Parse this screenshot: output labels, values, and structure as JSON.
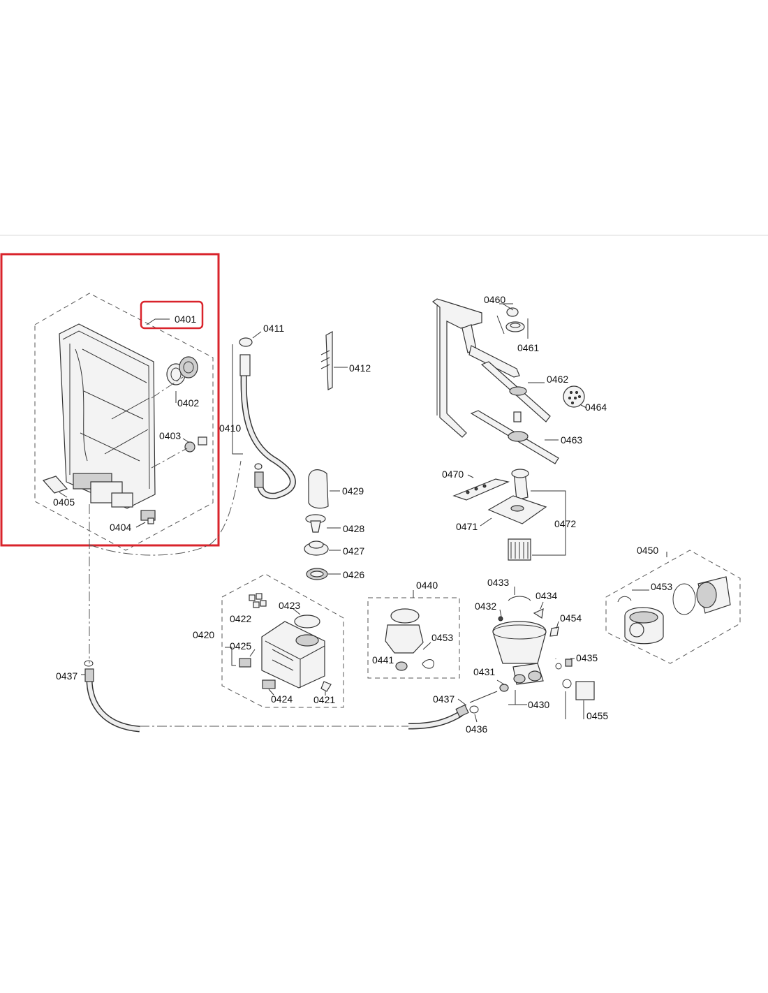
{
  "diagram": {
    "highlight_color": "#d9232b",
    "highlighted_part": "0401",
    "labels": {
      "p0401": "0401",
      "p0402": "0402",
      "p0403": "0403",
      "p0404": "0404",
      "p0405": "0405",
      "p0410": "0410",
      "p0411": "0411",
      "p0412": "0412",
      "p0420": "0420",
      "p0421": "0421",
      "p0422": "0422",
      "p0423": "0423",
      "p0424": "0424",
      "p0425": "0425",
      "p0426": "0426",
      "p0427": "0427",
      "p0428": "0428",
      "p0429": "0429",
      "p0430": "0430",
      "p0431": "0431",
      "p0432": "0432",
      "p0433": "0433",
      "p0434": "0434",
      "p0435": "0435",
      "p0436": "0436",
      "p0437a": "0437",
      "p0437b": "0437",
      "p0440": "0440",
      "p0441": "0441",
      "p0453a": "0453",
      "p0453b": "0453",
      "p0450": "0450",
      "p0454": "0454",
      "p0455": "0455",
      "p0460": "0460",
      "p0461": "0461",
      "p0462": "0462",
      "p0463": "0463",
      "p0464": "0464",
      "p0470": "0470",
      "p0471": "0471",
      "p0472": "0472"
    }
  }
}
